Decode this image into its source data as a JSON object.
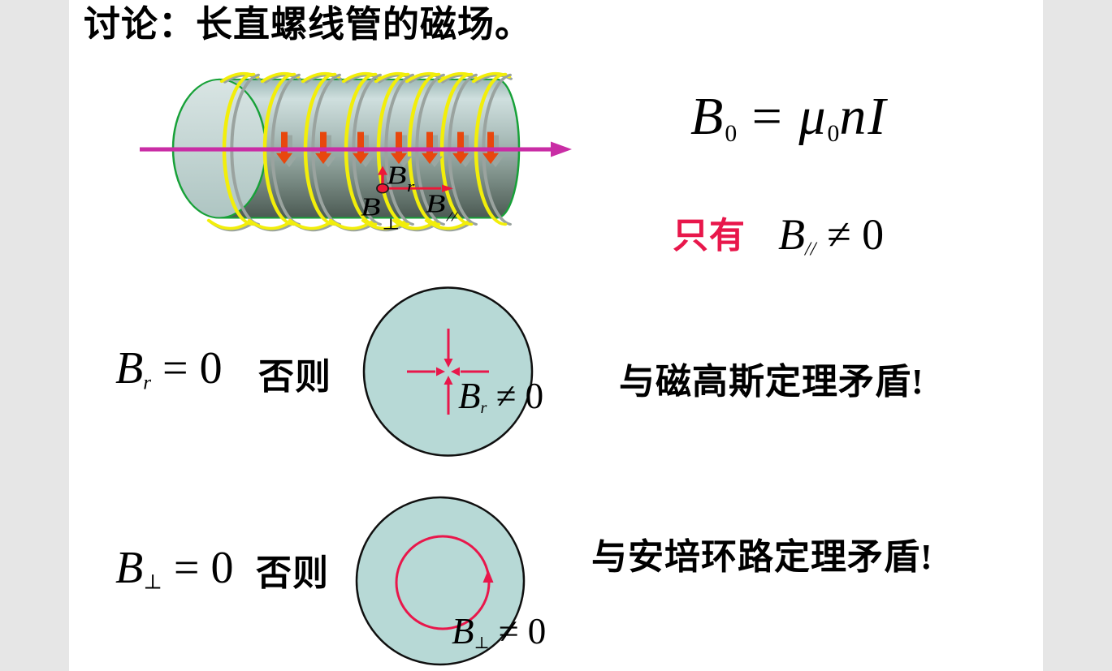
{
  "title": "讨论：长直螺线管的磁场。",
  "colors": {
    "background_gutter": "#e6e6e6",
    "slide": "#ffffff",
    "accent_red": "#e8174b",
    "coil_yellow": "#f2ee0a",
    "current_arrow_orange": "#e8470d",
    "axis_magenta": "#c92da5",
    "solenoid_outline_green": "#17a138",
    "cross_section_fill": "#b7d9d6"
  },
  "solenoid": {
    "label_br": {
      "base": "B",
      "sub": "r"
    },
    "label_bperp": {
      "base": "B",
      "sub": "⊥"
    },
    "label_bpar": {
      "base": "B",
      "sub": "//"
    }
  },
  "formula": {
    "lhs": "B",
    "lhs_sub": "0",
    "rel": "=",
    "mu": "μ",
    "mu_sub": "0",
    "tail": "nI"
  },
  "only": {
    "label": "只有",
    "base": "B",
    "sub": "//",
    "rel": "≠",
    "val": "0"
  },
  "row_radial": {
    "eq": {
      "base": "B",
      "sub": "r",
      "rel": "=",
      "val": "0"
    },
    "otherwise": "否则",
    "circle_label": {
      "base": "B",
      "sub": "r",
      "rel": "≠",
      "val": "0"
    },
    "conclusion": "与磁高斯定理矛盾!"
  },
  "row_perp": {
    "eq": {
      "base": "B",
      "sub": "⊥",
      "rel": "=",
      "val": "0"
    },
    "otherwise": "否则",
    "circle_label": {
      "base": "B",
      "sub": "⊥",
      "rel": "≠",
      "val": "0"
    },
    "conclusion": "与安培环路定理矛盾!"
  }
}
